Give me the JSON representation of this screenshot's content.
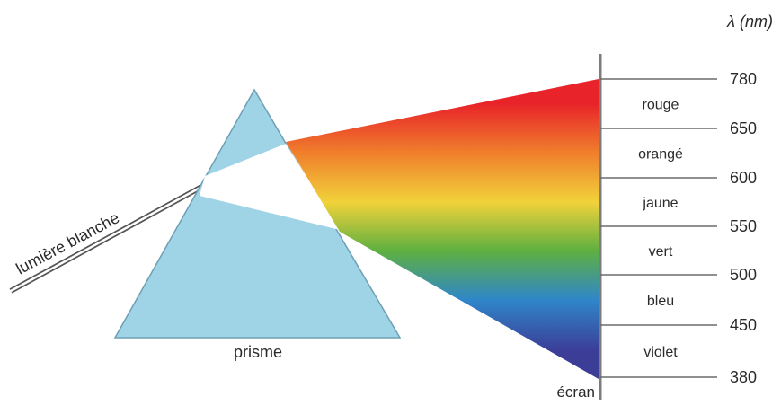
{
  "labels": {
    "unit": "λ (nm)",
    "prism": "prisme",
    "white_light": "lumière blanche",
    "screen": "écran"
  },
  "bands": [
    {
      "name": "rouge",
      "top": "780",
      "color": "#e8242a"
    },
    {
      "name": "orangé",
      "top": "650",
      "color": "#f07f2c"
    },
    {
      "name": "jaune",
      "top": "600",
      "color": "#f1d23a"
    },
    {
      "name": "vert",
      "top": "550",
      "color": "#5fb040"
    },
    {
      "name": "bleu",
      "top": "500",
      "color": "#2f86c9"
    },
    {
      "name": "violet",
      "top": "450",
      "color": "#3b3d97"
    }
  ],
  "bottom_wavelength": "380",
  "colors": {
    "prism": "#9fd3e6",
    "prism_edge": "#5a8fa8",
    "white_beam": "#ffffff",
    "screen": "#7c7c7c"
  }
}
